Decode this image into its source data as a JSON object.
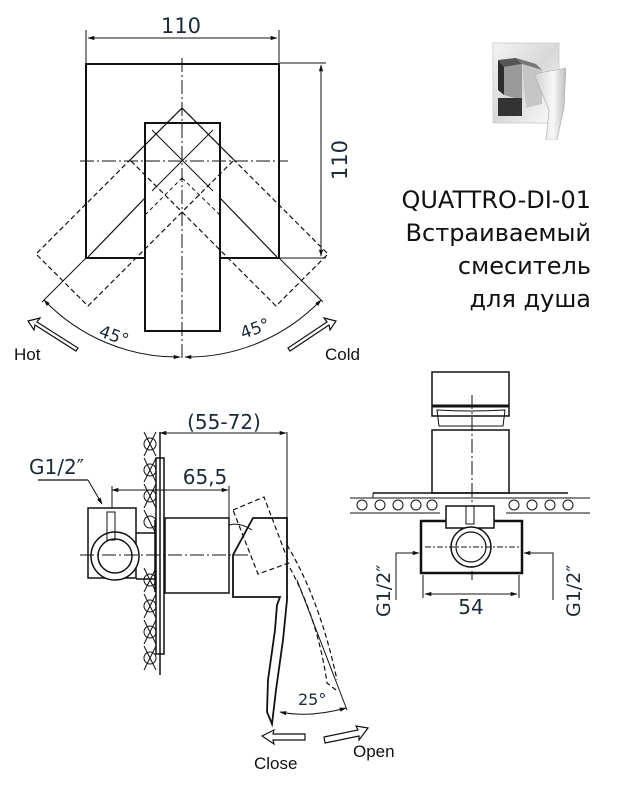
{
  "product": {
    "model": "QUATTRO-DI-01",
    "description_line1": "Встраиваемый",
    "description_line2": "смеситель",
    "description_line3": "для душа"
  },
  "front_view": {
    "width_dim": "110",
    "height_dim": "110",
    "angle_left": "45°",
    "angle_right": "45°",
    "label_left": "Hot",
    "label_right": "Cold"
  },
  "side_view": {
    "depth_range_dim": "(55-72)",
    "body_depth_dim": "65,5",
    "thread_label": "G1/2″",
    "angle": "25°",
    "label_close": "Close",
    "label_open": "Open"
  },
  "bottom_view": {
    "thread_left": "G1/2″",
    "thread_right": "G1/2″",
    "spacing_dim": "54"
  },
  "colors": {
    "line": "#111111",
    "dimension_text": "#1a2a3a",
    "background": "#ffffff"
  }
}
